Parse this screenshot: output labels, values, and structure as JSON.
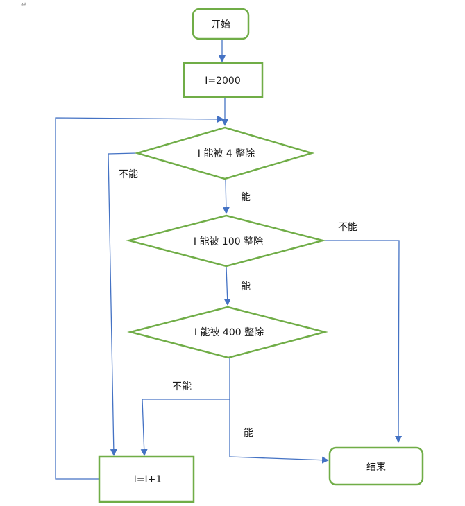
{
  "diagram": {
    "type": "flowchart",
    "colors": {
      "node_border": "#70AD47",
      "edge": "#4472C4",
      "text": "#1a1a1a",
      "para_mark": "#7a7a7a"
    },
    "paragraph_mark": "↵",
    "nodes": {
      "start": {
        "label": "开始",
        "shape": "rounded-rect"
      },
      "init": {
        "label": "I=2000",
        "shape": "rect"
      },
      "div4": {
        "label": "I 能被 4 整除",
        "shape": "diamond"
      },
      "div100": {
        "label": "I 能被 100 整除",
        "shape": "diamond"
      },
      "div400": {
        "label": "I 能被 400 整除",
        "shape": "diamond"
      },
      "incr": {
        "label": "I=I+1",
        "shape": "rect"
      },
      "end": {
        "label": "结束",
        "shape": "rounded-rect"
      }
    },
    "edges": [
      {
        "from": "start",
        "to": "init",
        "label": ""
      },
      {
        "from": "init",
        "to": "div4",
        "label": ""
      },
      {
        "from": "div4",
        "to": "div100",
        "label": "能"
      },
      {
        "from": "div4",
        "to": "incr",
        "label": "不能"
      },
      {
        "from": "div100",
        "to": "div400",
        "label": "能"
      },
      {
        "from": "div100",
        "to": "end",
        "label": "不能"
      },
      {
        "from": "div400",
        "to": "incr",
        "label": "不能"
      },
      {
        "from": "div400",
        "to": "end",
        "label": "能"
      },
      {
        "from": "incr",
        "to": "div4",
        "label": ""
      }
    ],
    "edge_labels": {
      "div4_no": "不能",
      "div4_yes": "能",
      "div100_no": "不能",
      "div100_yes": "能",
      "div400_no": "不能",
      "div400_yes": "能"
    }
  }
}
